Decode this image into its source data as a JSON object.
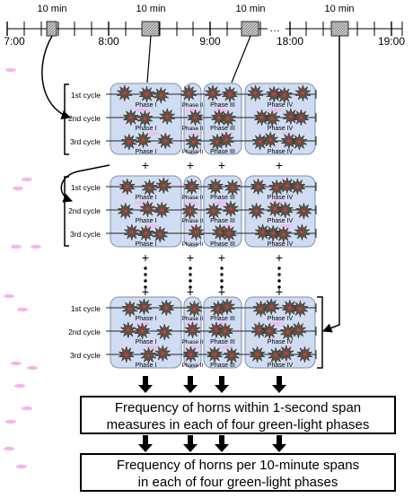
{
  "timeline": {
    "interval_label": "10 min",
    "time_labels": [
      "7:00",
      "8:00",
      "9:00",
      "18:00",
      "19:00"
    ],
    "ellipsis": "…"
  },
  "cycles": [
    "1st cycle",
    "2nd cycle",
    "3rd cycle"
  ],
  "phases": [
    "Phase I",
    "Phase II",
    "Phase III",
    "Phase IV"
  ],
  "plus_sign": "+",
  "result_box_1": {
    "line1": "Frequency of horns within 1-second span",
    "line2": "measures in each of four green-light phases"
  },
  "result_box_2": {
    "line1": "Frequency of horns per 10-minute spans",
    "line2": "in each of four green-light phases"
  },
  "colors": {
    "phase_fill": "#cfdcf2",
    "phase_border": "#7f8fae",
    "horn_fill": "#5e5348",
    "horn_center": "#ff2d2d",
    "pink_blob": "#f4b6ef",
    "sample_hatch": "#777777"
  }
}
